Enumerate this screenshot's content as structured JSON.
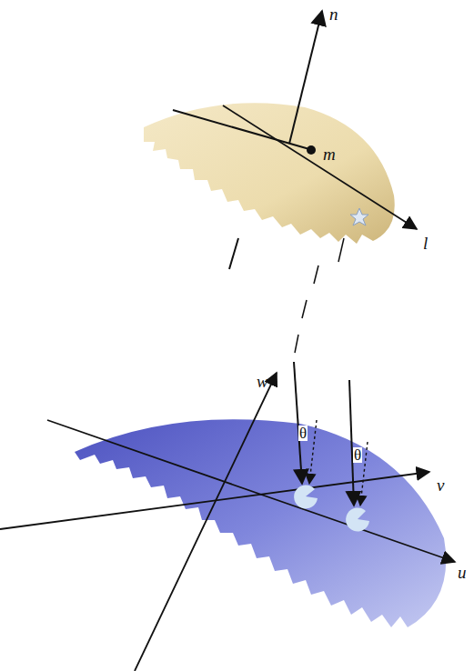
{
  "diagram": {
    "labels": [
      "n",
      "m",
      "l",
      "w",
      "v",
      "u",
      "θ",
      "θ"
    ]
  }
}
